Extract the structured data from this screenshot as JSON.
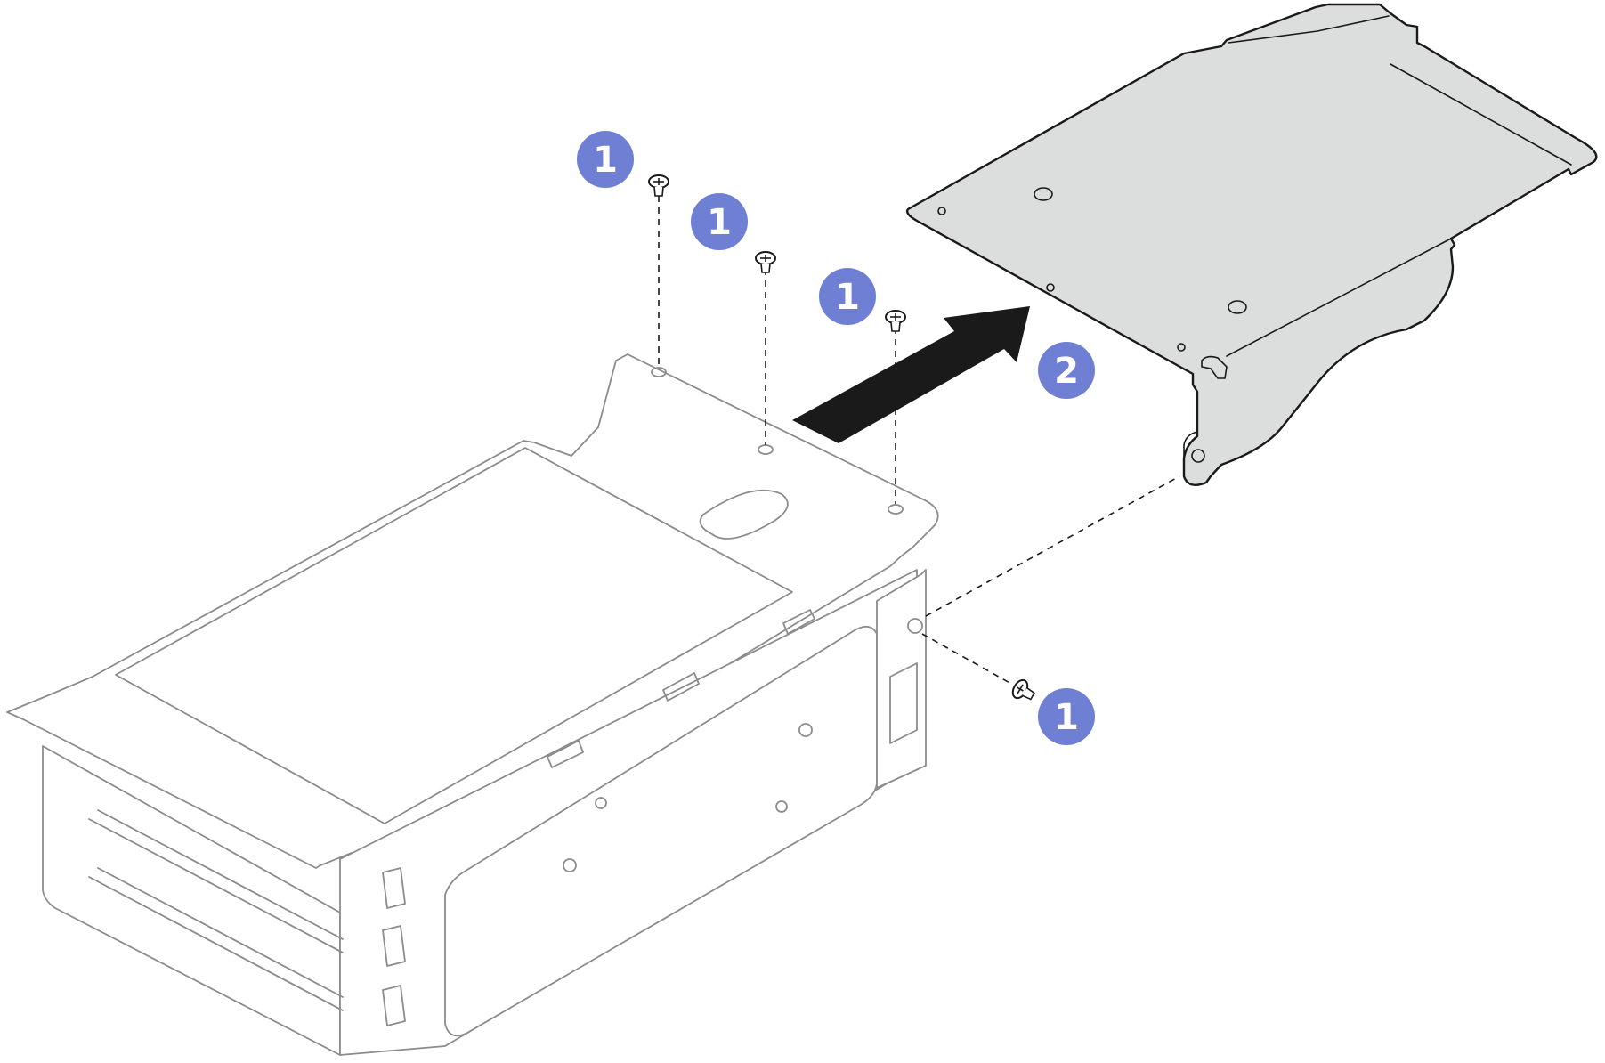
{
  "colors": {
    "callout_fill": "#6f7fd4",
    "callout_text": "#ffffff",
    "plate_fill": "#dcdedd",
    "arrow_fill": "#1a1a1a",
    "cage_stroke": "#8c8c8c"
  },
  "callouts": [
    {
      "id": "callout-screw-left",
      "label": "1"
    },
    {
      "id": "callout-screw-middle",
      "label": "1"
    },
    {
      "id": "callout-screw-right",
      "label": "1"
    },
    {
      "id": "callout-slide-plate",
      "label": "2"
    },
    {
      "id": "callout-screw-side",
      "label": "1"
    }
  ],
  "icons": {
    "screw": "screw-icon",
    "direction_arrow": "arrow-icon"
  }
}
